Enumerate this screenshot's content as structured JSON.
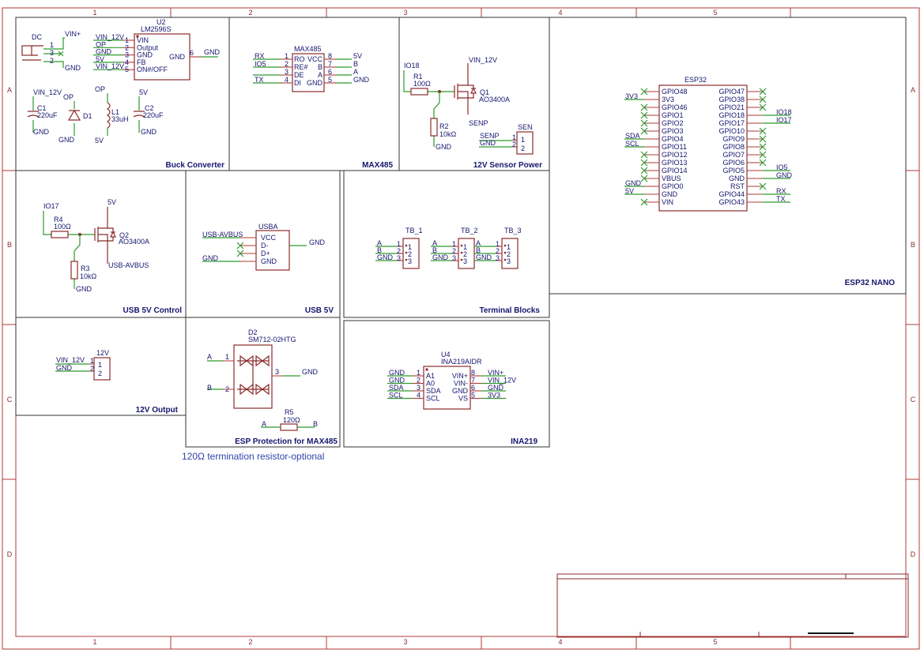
{
  "colors": {
    "frame": "#b03a3a",
    "wire": "#2f9a2f",
    "text": "#15156e",
    "body": "#8b2b2b",
    "note": "#3344aa"
  },
  "frame": {
    "columns": [
      "1",
      "2",
      "3",
      "4",
      "5"
    ],
    "rows": [
      "A",
      "B",
      "C",
      "D"
    ]
  },
  "blocks": {
    "buck": {
      "title": "Buck Converter"
    },
    "max485": {
      "title": "MAX485"
    },
    "sensor": {
      "title": "12V Sensor Power"
    },
    "esp32": {
      "title": "ESP32 NANO"
    },
    "usbctl": {
      "title": "USB 5V Control"
    },
    "usb5v": {
      "title": "USB 5V"
    },
    "terminal": {
      "title": "Terminal Blocks"
    },
    "out12": {
      "title": "12V Output"
    },
    "esd": {
      "title": "ESP Protection for MAX485"
    },
    "ina": {
      "title": "INA219"
    }
  },
  "note": "120Ω termination resistor-optional",
  "buck": {
    "dc": {
      "ref": "DC",
      "pins": [
        "1",
        "3",
        "2"
      ],
      "vin": "VIN+",
      "gnd": "GND"
    },
    "u2": {
      "ref": "U2",
      "part": "LM2596S",
      "left": [
        "VIN",
        "Output",
        "GND",
        "FB",
        "ON#/OFF"
      ],
      "nums": [
        "1",
        "2",
        "3",
        "4",
        "5"
      ],
      "right": "GND",
      "rnum": "6",
      "nets": [
        "VIN_12V",
        "OP",
        "GND",
        "5V",
        "VIN_12V"
      ],
      "gndnet": "GND"
    },
    "c1": {
      "ref": "C1",
      "val": "220uF",
      "top": "VIN_12V",
      "bot": "GND"
    },
    "d1": {
      "ref": "D1",
      "top": "OP",
      "bot": "GND"
    },
    "l1": {
      "ref": "L1",
      "val": "33uH",
      "top": "OP",
      "bot": "5V"
    },
    "c2": {
      "ref": "C2",
      "val": "220uF",
      "top": "5V",
      "bot": "GND"
    }
  },
  "max": {
    "ref": "MAX485",
    "left": [
      "RO",
      "RE#",
      "DE",
      "DI"
    ],
    "right": [
      "VCC",
      "B",
      "A",
      "GND"
    ],
    "lnum": [
      "1",
      "2",
      "3",
      "4"
    ],
    "rnum": [
      "8",
      "7",
      "6",
      "5"
    ],
    "lnets": [
      "RX",
      "IO5",
      "",
      "TX"
    ],
    "rnets": [
      "5V",
      "B",
      "A",
      "GND"
    ]
  },
  "sensor": {
    "r1": {
      "ref": "R1",
      "val": "100Ω",
      "net": "IO18"
    },
    "r2": {
      "ref": "R2",
      "val": "10kΩ",
      "gnd": "GND"
    },
    "q1": {
      "ref": "Q1",
      "part": "AO3400A",
      "top": "VIN_12V",
      "bot": "SENP"
    },
    "sen": {
      "ref": "SEN",
      "nets": [
        "SENP",
        "GND"
      ],
      "pins": [
        "1",
        "2"
      ],
      "inner": [
        "1",
        "2"
      ]
    }
  },
  "esp": {
    "ref": "ESP32",
    "left": [
      "GPIO48",
      "3V3",
      "GPIO46",
      "GPIO1",
      "GPIO2",
      "GPIO3",
      "GPIO4",
      "GPIO11",
      "GPIO12",
      "GPIO13",
      "GPIO14",
      "VBUS",
      "GPIO0",
      "GND",
      "VIN"
    ],
    "right": [
      "GPIO47",
      "GPIO38",
      "GPIO21",
      "GPIO18",
      "GPIO17",
      "GPIO10",
      "GPIO9",
      "GPIO8",
      "GPIO7",
      "GPIO6",
      "GPIO5",
      "GND",
      "RST",
      "GPIO44",
      "GPIO43"
    ],
    "lnets": [
      "",
      "3V3",
      "",
      "",
      "",
      "",
      "SDA",
      "SCL",
      "",
      "",
      "",
      "",
      "GND",
      "5V"
    ],
    "rnets": [
      "",
      "",
      "",
      "IO18",
      "IO17",
      "",
      "",
      "",
      "",
      "",
      "IO5",
      "GND",
      "",
      "RX",
      "TX"
    ]
  },
  "usbctl": {
    "r4": {
      "ref": "R4",
      "val": "100Ω",
      "net": "IO17"
    },
    "r3": {
      "ref": "R3",
      "val": "10kΩ",
      "gnd": "GND"
    },
    "q2": {
      "ref": "Q2",
      "part": "AO3400A",
      "top": "5V",
      "bot": "USB-AVBUS"
    }
  },
  "usba": {
    "ref": "USBA",
    "pins": [
      "VCC",
      "D-",
      "D+",
      "GND"
    ],
    "lnet": "USB-AVBUS",
    "gnd": "GND",
    "rnet": "GND"
  },
  "tb": [
    {
      "ref": "TB_1",
      "nets": [
        "A",
        "B",
        "GND"
      ],
      "pins": [
        "1",
        "2",
        "3"
      ]
    },
    {
      "ref": "TB_2",
      "nets": [
        "A",
        "B",
        "GND"
      ],
      "pins": [
        "1",
        "2",
        "3"
      ]
    },
    {
      "ref": "TB_3",
      "nets": [
        "A",
        "B",
        "GND"
      ],
      "pins": [
        "1",
        "2",
        "3"
      ]
    }
  ],
  "out12": {
    "ref": "12V",
    "nets": [
      "VIN_12V",
      "GND"
    ],
    "pins": [
      "1",
      "2"
    ],
    "inner": [
      "1",
      "2"
    ]
  },
  "esd": {
    "ref": "D2",
    "part": "SM712-02HTG",
    "a": "A",
    "b": "B",
    "p1": "1",
    "p2": "2",
    "p3": "3",
    "gnd": "GND",
    "r5": {
      "ref": "R5",
      "val": "120Ω",
      "a": "A",
      "b": "B"
    }
  },
  "ina": {
    "ref": "U4",
    "part": "INA219AIDR",
    "left": [
      "A1",
      "A0",
      "SDA",
      "SCL"
    ],
    "right": [
      "VIN+",
      "VIN-",
      "GND",
      "VS"
    ],
    "lnum": [
      "1",
      "2",
      "3",
      "4"
    ],
    "rnum": [
      "8",
      "7",
      "6",
      "5"
    ],
    "lnets": [
      "GND",
      "GND",
      "SDA",
      "SCL"
    ],
    "rnets": [
      "VIN+",
      "VIN_12V",
      "GND",
      "3V3"
    ]
  }
}
